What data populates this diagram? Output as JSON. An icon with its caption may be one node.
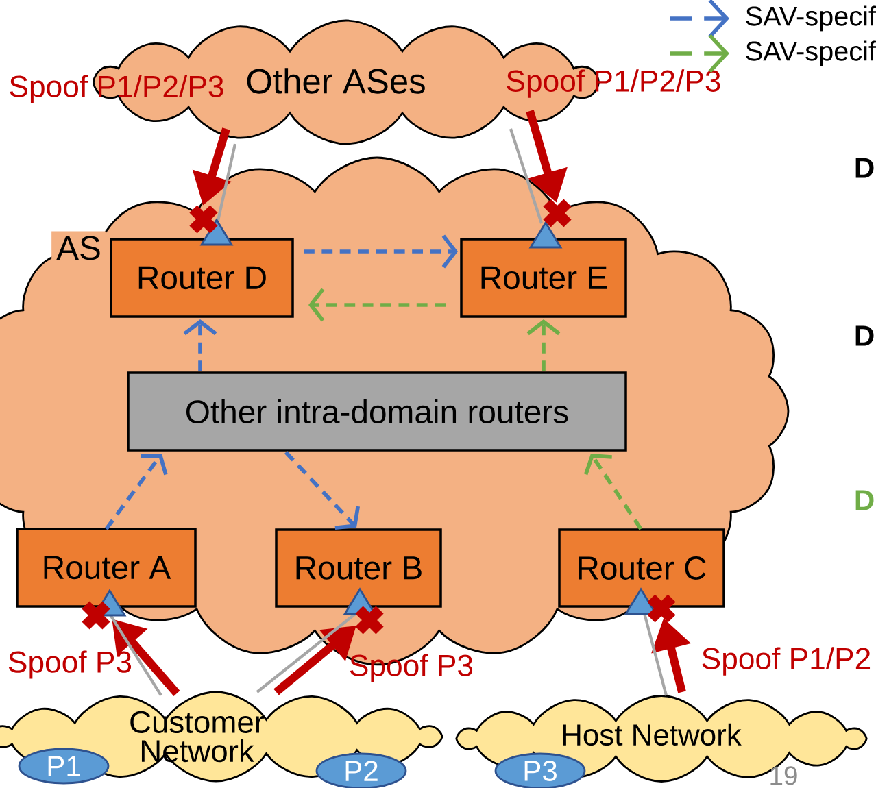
{
  "diagram": {
    "nodes": [
      {
        "text": [
          "Other ASes"
        ]
      },
      {
        "text": [
          "AS"
        ]
      },
      {
        "text": [
          "Router D"
        ],
        "in": 1
      },
      {
        "text": [
          "Router E"
        ],
        "in": 1
      },
      {
        "text": [
          "Other intra-domain routers"
        ],
        "in": 1
      },
      {
        "text": [
          "Router A"
        ],
        "in": 1
      },
      {
        "text": [
          "Router B"
        ],
        "in": 1
      },
      {
        "text": [
          "Router C"
        ],
        "in": 1
      },
      {
        "text": [
          "Customer Network"
        ]
      },
      {
        "text": [
          "P1"
        ],
        "in": 8
      },
      {
        "text": [
          "P2"
        ],
        "in": 8
      },
      {
        "text": [
          "Host Network"
        ]
      },
      {
        "text": [
          "P3"
        ],
        "in": 11
      }
    ],
    "edges": [
      {
        "from": 2,
        "to": 3,
        "arrow": "to",
        "style": "dashed",
        "color": "#4472c4"
      },
      {
        "from": 3,
        "to": 2,
        "arrow": "to",
        "style": "dashed",
        "color": "#70ad47"
      },
      {
        "from": 4,
        "to": 2,
        "arrow": "to",
        "style": "dashed",
        "color": "#4472c4"
      },
      {
        "from": 4,
        "to": 3,
        "arrow": "to",
        "style": "dashed",
        "color": "#70ad47"
      },
      {
        "from": 5,
        "to": 4,
        "arrow": "to",
        "style": "dashed",
        "color": "#4472c4"
      },
      {
        "from": 4,
        "to": 6,
        "arrow": "to",
        "style": "dashed",
        "color": "#4472c4"
      },
      {
        "from": 7,
        "to": 4,
        "arrow": "to",
        "style": "dashed",
        "color": "#70ad47"
      },
      {
        "from": 0,
        "to": 2,
        "arrow": "to",
        "style": "thick",
        "color": "#c00000",
        "label": "Spoof P1/P2/P3"
      },
      {
        "from": 0,
        "to": 2,
        "arrow": "none",
        "color": "#a6a6a6"
      },
      {
        "from": 0,
        "to": 3,
        "arrow": "to",
        "style": "thick",
        "color": "#c00000",
        "label": "Spoof P1/P2/P3"
      },
      {
        "from": 0,
        "to": 3,
        "arrow": "none",
        "color": "#a6a6a6"
      },
      {
        "from": 8,
        "to": 5,
        "arrow": "to",
        "style": "thick",
        "color": "#c00000",
        "label": "Spoof P3"
      },
      {
        "from": 8,
        "to": 5,
        "arrow": "none",
        "color": "#a6a6a6"
      },
      {
        "from": 8,
        "to": 6,
        "arrow": "to",
        "style": "thick",
        "color": "#c00000",
        "label": "Spoof P3"
      },
      {
        "from": 8,
        "to": 6,
        "arrow": "none",
        "color": "#a6a6a6"
      },
      {
        "from": 11,
        "to": 7,
        "arrow": "to",
        "style": "thick",
        "color": "#c00000",
        "label": "Spoof P1/P2"
      },
      {
        "from": 11,
        "to": 7,
        "arrow": "none",
        "color": "#a6a6a6"
      }
    ],
    "labels": [
      "D",
      "D",
      "D",
      "19"
    ],
    "legend": [
      {
        "text": "SAV-specif"
      },
      {
        "text": "SAV-specif"
      }
    ]
  }
}
